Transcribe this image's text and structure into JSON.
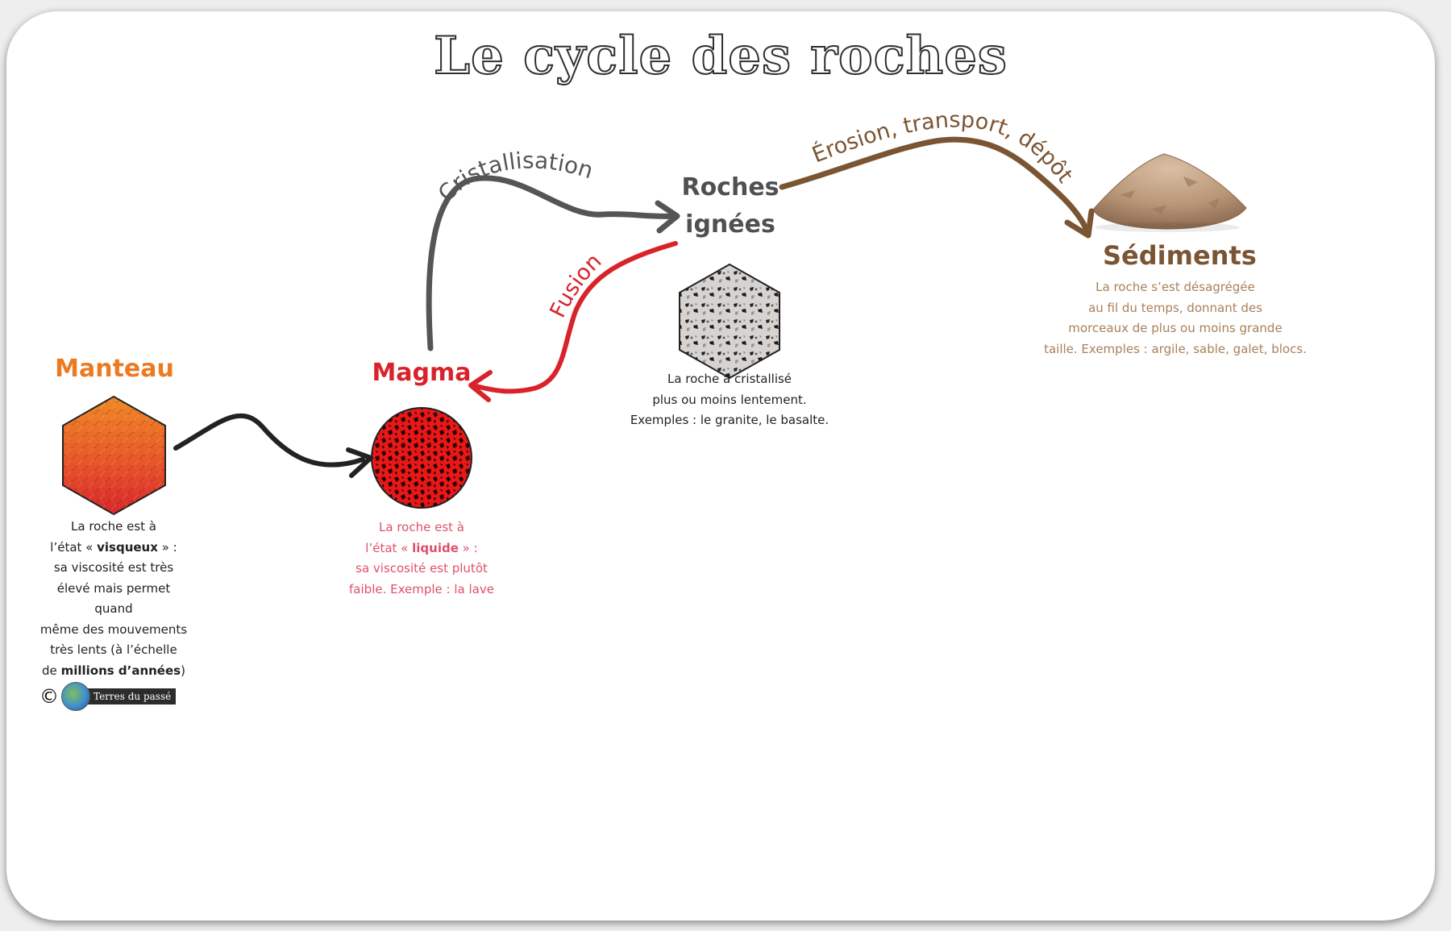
{
  "title": "Le cycle des roches",
  "colors": {
    "manteau": "#ec7a22",
    "magma": "#d9232b",
    "ignees": "#505050",
    "sediments": "#7b5533",
    "magma_desc": "#e0506a",
    "sediments_desc": "#a9805a"
  },
  "nodes": {
    "manteau": {
      "title": "Manteau",
      "desc": [
        "La roche est à",
        "l’état « ",
        "visqueux",
        " » :",
        "sa viscosité est très",
        "élevé mais permet quand",
        "même des mouvements",
        "très lents (à l’échelle",
        "de ",
        "millions d’années",
        ")"
      ]
    },
    "magma": {
      "title": "Magma",
      "desc": [
        "La roche est à",
        "l’état « ",
        "liquide",
        " » :",
        "sa viscosité est plutôt",
        "faible. Exemple : la lave"
      ]
    },
    "ignees": {
      "title_line1": "Roches",
      "title_line2": "ignées",
      "desc": [
        "La roche a cristallisé",
        "plus ou moins lentement.",
        "Exemples : le granite, le basalte."
      ]
    },
    "sediments": {
      "title": "Sédiments",
      "desc": [
        "La roche s’est désagrégée",
        "au fil du temps, donnant des",
        "morceaux de plus ou moins grande",
        "taille. Exemples : argile, sable, galet, blocs."
      ]
    }
  },
  "arrows": {
    "cristallisation": "Cristallisation",
    "fusion": "Fusion",
    "erosion": "Érosion, transport, dépôt"
  },
  "icons": {
    "manteau_texture": "orange-hexagon-texture-icon",
    "magma_texture": "red-circle-texture-icon",
    "granite_texture": "granite-hexagon-texture-icon",
    "sediment_pile": "sand-pile-icon",
    "globe": "globe-icon",
    "copyright": "copyright-icon"
  },
  "footer": {
    "copyright_symbol": "©",
    "label": "Terres du passé"
  }
}
